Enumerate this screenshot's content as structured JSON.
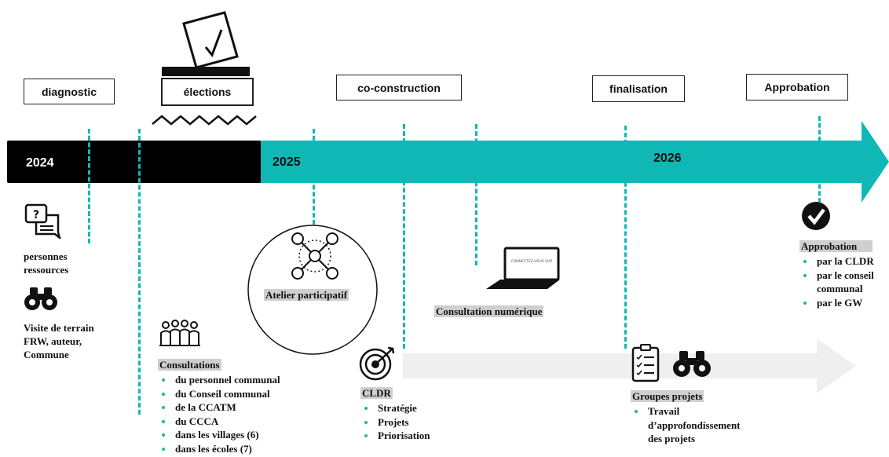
{
  "phases": {
    "diagnostic": "diagnostic",
    "elections": "élections",
    "coconstruction": "co-construction",
    "finalisation": "finalisation",
    "approbation": "Approbation"
  },
  "years": {
    "y2024": "2024",
    "y2025": "2025",
    "y2026": "2026"
  },
  "diagnostic_items": {
    "personnes": "personnes ressources",
    "visite": "Visite de terrain FRW, auteur, Commune"
  },
  "consultations": {
    "title": "Consultations",
    "items": [
      "du personnel communal",
      "du Conseil communal",
      "de la CCATM",
      "du CCCA",
      "dans les villages (6)",
      "dans les écoles (7)"
    ]
  },
  "atelier": "Atelier participatif",
  "laptop_screen": "CONNECTEZ-VOUS SUR",
  "consultation_numerique": "Consultation numérique",
  "cldr": {
    "title": "CLDR",
    "items": [
      "Stratégie",
      "Projets",
      "Priorisation"
    ]
  },
  "groupes": {
    "title": "Groupes projets",
    "items": [
      "Travail d’approfondissement des projets"
    ]
  },
  "approbation_detail": {
    "title": "Approbation",
    "items": [
      "par la CLDR",
      "par le conseil communal",
      "par le GW"
    ]
  },
  "colors": {
    "teal": "#10b8b5",
    "black": "#000000",
    "grey_arrow": "#efefef",
    "highlight": "#cfcfcf"
  },
  "icons": [
    "ballot-box-icon",
    "question-bubbles-icon",
    "binoculars-icon",
    "group-people-icon",
    "network-icon",
    "laptop-icon",
    "target-icon",
    "checklist-icon",
    "check-circle-icon"
  ]
}
